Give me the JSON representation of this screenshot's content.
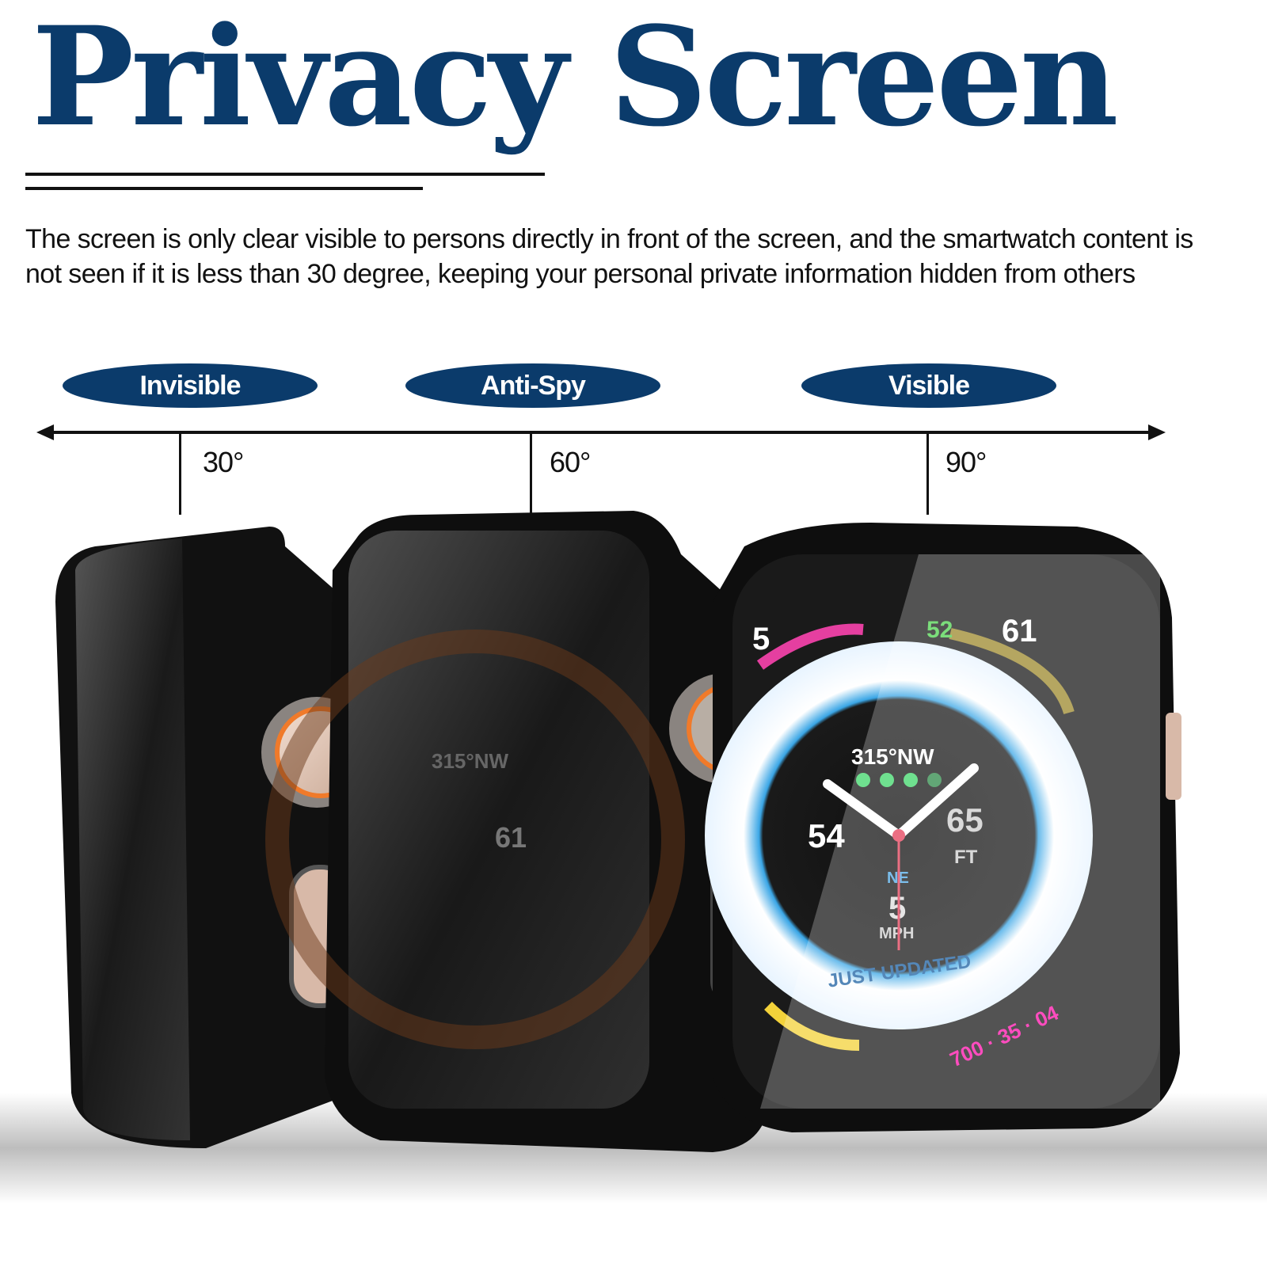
{
  "title": "Privacy Screen",
  "description": "The screen is only clear visible to persons directly in front of the screen, and the smartwatch content is not seen if it is less than 30 degree, keeping your personal private information hidden from others",
  "modes": [
    {
      "label": "Invisible",
      "angle": "30°"
    },
    {
      "label": "Anti-Spy",
      "angle": "60°"
    },
    {
      "label": "Visible",
      "angle": "90°"
    }
  ],
  "watch_face": {
    "heading": "315°NW",
    "left_value": "54",
    "right_value": "65",
    "right_unit": "FT",
    "wind_dir": "NE",
    "wind_speed": "5",
    "wind_unit": "MPH",
    "status": "JUST UPDATED",
    "top_left": "5",
    "top_mid": "52",
    "top_right": "61",
    "bottom": "700 · 35 · 04",
    "middle_value": "61"
  },
  "colors": {
    "brand": "#0b3b6b",
    "crown_accent": "#f07a2a",
    "face_blue": "#3aa6e6"
  }
}
